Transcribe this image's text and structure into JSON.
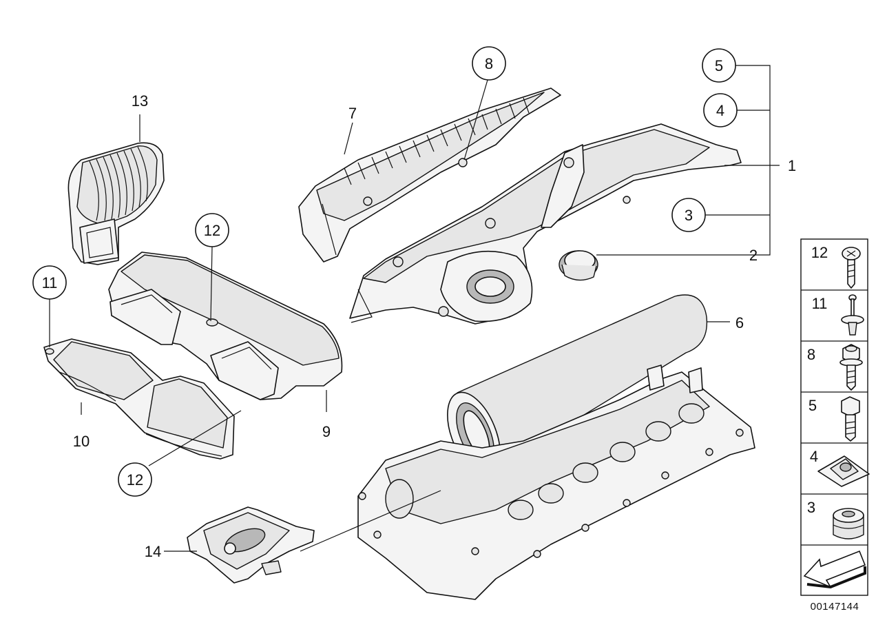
{
  "diagram": {
    "callouts": [
      {
        "id": "c13",
        "label": "13",
        "circled": false
      },
      {
        "id": "c12a",
        "label": "12",
        "circled": true
      },
      {
        "id": "c11",
        "label": "11",
        "circled": true
      },
      {
        "id": "c10",
        "label": "10",
        "circled": false
      },
      {
        "id": "c9",
        "label": "9",
        "circled": false
      },
      {
        "id": "c12b",
        "label": "12",
        "circled": true
      },
      {
        "id": "c14",
        "label": "14",
        "circled": false
      },
      {
        "id": "c8",
        "label": "8",
        "circled": true
      },
      {
        "id": "c7",
        "label": "7",
        "circled": false
      },
      {
        "id": "c5",
        "label": "5",
        "circled": true
      },
      {
        "id": "c4",
        "label": "4",
        "circled": true
      },
      {
        "id": "c1",
        "label": "1",
        "circled": false
      },
      {
        "id": "c3",
        "label": "3",
        "circled": true
      },
      {
        "id": "c2",
        "label": "2",
        "circled": false
      },
      {
        "id": "c6",
        "label": "6",
        "circled": false
      }
    ],
    "side_panel": [
      {
        "label": "12",
        "part": "screw-with-washer"
      },
      {
        "label": "11",
        "part": "expanding-rivet"
      },
      {
        "label": "8",
        "part": "collar-screw"
      },
      {
        "label": "5",
        "part": "hex-bolt"
      },
      {
        "label": "4",
        "part": "clip-nut"
      },
      {
        "label": "3",
        "part": "rubber-mount"
      }
    ],
    "document_id": "00147144"
  }
}
